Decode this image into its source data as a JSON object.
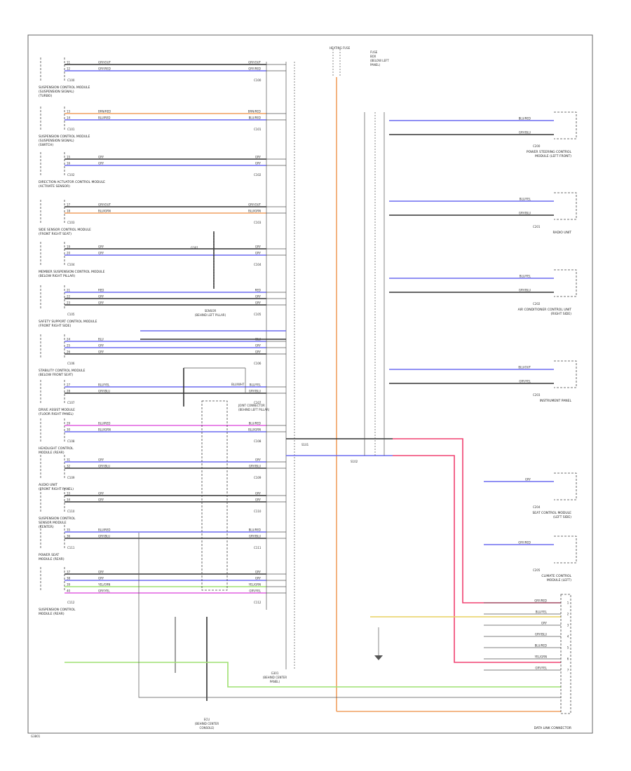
{
  "diagram": {
    "frame_code": "G3801",
    "top_fuse": "HEATING FUSE",
    "wire_colors": {
      "blue": "#6b6bf0",
      "orange": "#f0a060",
      "yellow": "#e8d060",
      "green": "#9ee070",
      "magenta": "#e060e0",
      "red": "#f04070",
      "black": "#333333",
      "gray": "#888888"
    },
    "left_modules": [
      {
        "title": [
          "SUSPENSION CONTROL MODULE",
          "(SUSPENSION SIGNAL)",
          "(TURBO)"
        ],
        "pins": [
          "11",
          "12"
        ],
        "wires": [
          "GRY/OUT",
          "GRY/RED"
        ],
        "connector": "C100",
        "colors": [
          "black",
          "blue"
        ]
      },
      {
        "title": [
          "SUSPENSION CONTROL MODULE",
          "(SUSPENSION SIGNAL)",
          "(SWITCH)"
        ],
        "pins": [
          "13",
          "14"
        ],
        "wires": [
          "BRN/RED",
          "BLU/RED"
        ],
        "connector": "C101",
        "colors": [
          "orange",
          "blue"
        ]
      },
      {
        "title": [
          "DIRECTION ACTUATOR CONTROL MODULE",
          "(ACTIVATE SENSOR)"
        ],
        "pins": [
          "15",
          "16"
        ],
        "wires": [
          "GRY",
          "GRY"
        ],
        "connector": "C102",
        "colors": [
          "black",
          "blue"
        ]
      },
      {
        "title": [
          "SIDE SENSOR CONTROL MODULE",
          "(FRONT RIGHT SEAT)"
        ],
        "pins": [
          "17",
          "18"
        ],
        "wires": [
          "GRY/OUT",
          "BLU/GRN"
        ],
        "connector": "C103",
        "colors": [
          "black",
          "orange"
        ]
      },
      {
        "title": [
          "MEMBER SUSPENSION CONTROL MODULE",
          "(BELOW RIGHT PILLAR)"
        ],
        "pins": [
          "19",
          "20"
        ],
        "wires": [
          "GRY",
          "GRY"
        ],
        "connector": "C104",
        "colors": [
          "black",
          "blue"
        ]
      },
      {
        "title": [
          "SAFETY SUPPORT CONTROL MODULE",
          "(FRONT RIGHT SIDE)"
        ],
        "pins": [
          "21",
          "22",
          "23"
        ],
        "wires": [
          "RED",
          "GRY",
          "GRY"
        ],
        "connector": "C105",
        "colors": [
          "blue",
          "black",
          "black"
        ]
      },
      {
        "title": [
          "STABILITY CONTROL MODULE",
          "(BELOW FRONT SEAT)"
        ],
        "pins": [
          "24",
          "25",
          "26"
        ],
        "wires": [
          "BLU",
          "GRY",
          "GRY"
        ],
        "connector": "C106",
        "colors": [
          "blue",
          "blue",
          "black"
        ]
      },
      {
        "title": [
          "DRIVE ASSIST MODULE",
          "(FLOOR RIGHT PANEL)"
        ],
        "pins": [
          "27",
          "28"
        ],
        "wires": [
          "BLU/YEL",
          "GRY/BLU"
        ],
        "connector": "C107",
        "colors": [
          "blue",
          "black"
        ]
      },
      {
        "title": [
          "HEADLIGHT CONTROL",
          "MODULE (REAR)"
        ],
        "pins": [
          "29",
          "30"
        ],
        "wires": [
          "BLU/RED",
          "BLU/GRN"
        ],
        "connector": "C108",
        "colors": [
          "magenta",
          "blue"
        ]
      },
      {
        "title": [
          "AUDIO UNIT",
          "(FRONT RIGHT PANEL)"
        ],
        "pins": [
          "31",
          "32"
        ],
        "wires": [
          "GRY",
          "GRY/BLU"
        ],
        "connector": "C109",
        "colors": [
          "blue",
          "black"
        ]
      },
      {
        "title": [
          "SUSPENSION CONTROL",
          "SENSOR MODULE",
          "(CENTER)"
        ],
        "pins": [
          "33",
          "34"
        ],
        "wires": [
          "GRY",
          "GRY"
        ],
        "connector": "C110",
        "colors": [
          "black",
          "black"
        ]
      },
      {
        "title": [
          "POWER SEAT",
          "MODULE (REAR)"
        ],
        "pins": [
          "35",
          "36"
        ],
        "wires": [
          "BLU/RED",
          "GRY/BLU"
        ],
        "connector": "C111",
        "colors": [
          "blue",
          "black"
        ]
      },
      {
        "title": [
          "SUSPENSION CONTROL",
          "MODULE (REAR)"
        ],
        "pins": [
          "37",
          "38",
          "39",
          "40"
        ],
        "wires": [
          "GRY",
          "GRY",
          "YEL/GRN",
          "GRY/YEL"
        ],
        "connector": "C112",
        "colors": [
          "black",
          "blue",
          "green",
          "magenta"
        ]
      }
    ],
    "right_modules": [
      {
        "title": [
          "POWER STEERING CONTROL",
          "MODULE (LEFT FRONT)"
        ],
        "wires": [
          "BLU/RED",
          "GRY/BLU"
        ],
        "connector": "C200"
      },
      {
        "title": [
          "RADIO UNIT"
        ],
        "wires": [
          "BLU/YEL",
          "GRY/BLU"
        ],
        "connector": "C201"
      },
      {
        "title": [
          "AIR CONDITIONER CONTROL UNIT",
          "(RIGHT SIDE)"
        ],
        "wires": [
          "BLU/YEL",
          "GRY/BLU"
        ],
        "connector": "C202"
      },
      {
        "title": [
          "INSTRUMENT PANEL"
        ],
        "wires": [
          "BLU/OUT",
          "GRY/YEL"
        ],
        "connector": "C203"
      },
      {
        "title": [
          "SEAT CONTROL MODULE",
          "(LEFT SIDE)"
        ],
        "wires": [
          "GRY"
        ],
        "connector": "C204"
      },
      {
        "title": [
          "CLIMATE CONTROL",
          "MODULE (LEFT)"
        ],
        "wires": [
          "GRY/RED"
        ],
        "connector": "C205"
      }
    ],
    "center_labels": {
      "splice_left": "S101",
      "splice_right": "S102",
      "ground_top": "G301",
      "ground_mid_title": [
        "SENSOR",
        "(BEHIND LEFT PILLAR)"
      ],
      "ground_bottom_title": [
        "G301",
        "(BEHIND CENTER",
        "PANEL)"
      ],
      "junction_title": [
        "JOINT CONNECTOR",
        "(BEHIND LEFT PILLAR)"
      ],
      "tail_fuse_box": [
        "FUSE",
        "BOX",
        "(BELOW LEFT",
        "PANEL)"
      ],
      "diag": [
        "DATA LINK CONNECTOR"
      ],
      "ecu_label": [
        "ECU",
        "(BEHIND CENTER",
        "CONSOLE)"
      ]
    },
    "dlc_pins": [
      "GRY/RED",
      "BLU/YEL",
      "GRY",
      "GRY/BLU",
      "BLU/RED",
      "YEL/GRN",
      "GRY/YEL"
    ]
  }
}
